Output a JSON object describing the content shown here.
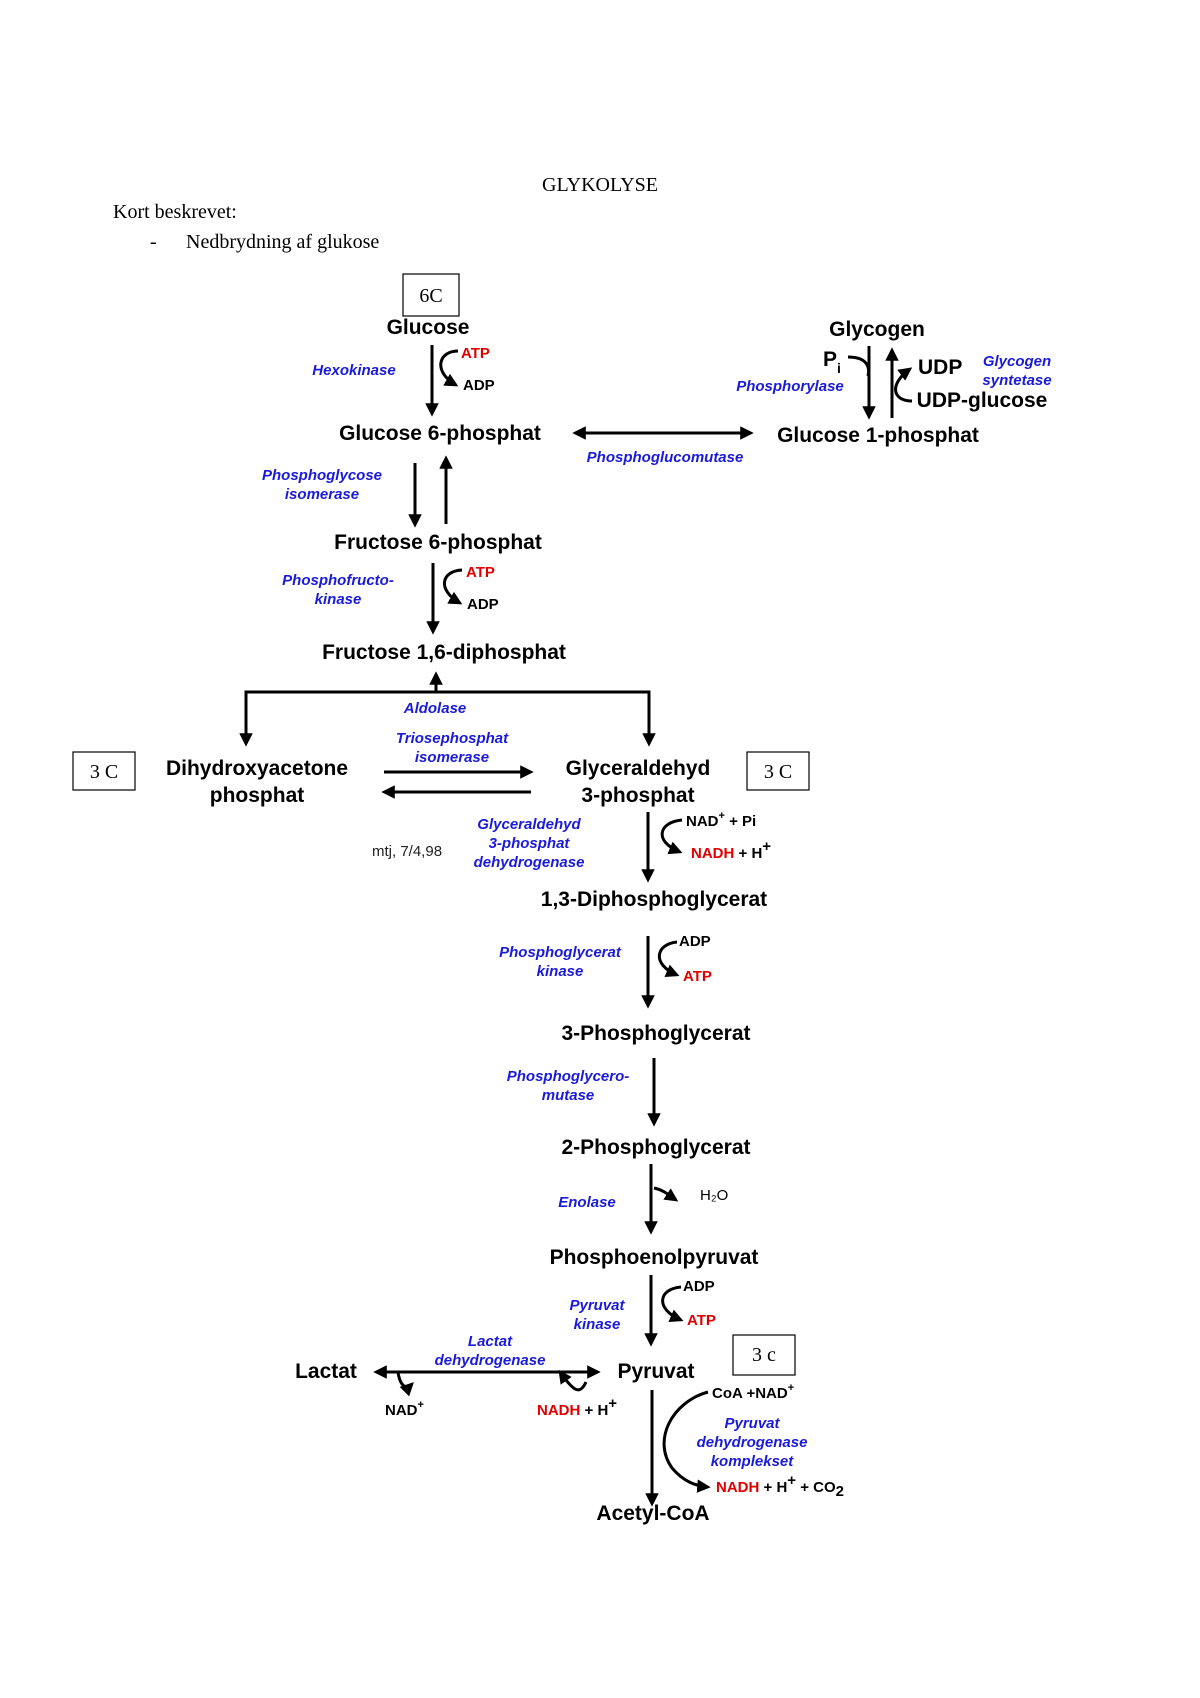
{
  "title": "GLYKOLYSE",
  "subtitle": "Kort beskrevet:",
  "bullet_dash": "-",
  "bullet_text": "Nedbrydning af glukose",
  "carbon_boxes": {
    "glucose": "6C",
    "dhap": "3 C",
    "g3p": "3 C",
    "pyruvat": "3 c"
  },
  "molecules": {
    "glucose": "Glucose",
    "glycogen": "Glycogen",
    "g6p": "Glucose 6-phosphat",
    "g1p": "Glucose 1-phosphat",
    "udp_glucose": "UDP-glucose",
    "f6p": "Fructose 6-phosphat",
    "f16dp": "Fructose 1,6-diphosphat",
    "dhap_1": "Dihydroxyacetone",
    "dhap_2": "phosphat",
    "g3p_1": "Glyceraldehyd",
    "g3p_2": "3-phosphat",
    "bpg13": "1,3-Diphosphoglycerat",
    "pg3": "3-Phosphoglycerat",
    "pg2": "2-Phosphoglycerat",
    "pep": "Phosphoenolpyruvat",
    "lactat": "Lactat",
    "pyruvat": "Pyruvat",
    "acetyl_coa": "Acetyl-CoA"
  },
  "enzymes": {
    "hexokinase": "Hexokinase",
    "phosphorylase": "Phosphorylase",
    "glycogen_syntetase_1": "Glycogen",
    "glycogen_syntetase_2": "syntetase",
    "phosphoglucomutase": "Phosphoglucomutase",
    "pgi_1": "Phosphoglycose",
    "pgi_2": "isomerase",
    "pfk_1": "Phosphofructo-",
    "pfk_2": "kinase",
    "aldolase": "Aldolase",
    "tpi_1": "Triosephosphat",
    "tpi_2": "isomerase",
    "gapdh_1": "Glyceraldehyd",
    "gapdh_2": "3-phosphat",
    "gapdh_3": "dehydrogenase",
    "pgk_1": "Phosphoglycerat",
    "pgk_2": "kinase",
    "pgm_1": "Phosphoglycero-",
    "pgm_2": "mutase",
    "enolase": "Enolase",
    "pk_1": "Pyruvat",
    "pk_2": "kinase",
    "ldh_1": "Lactat",
    "ldh_2": "dehydrogenase",
    "pdh_1": "Pyruvat",
    "pdh_2": "dehydrogenase",
    "pdh_3": "komplekset"
  },
  "cofactors": {
    "atp": "ATP",
    "adp": "ADP",
    "pi_p": "P",
    "pi_sub": "i",
    "udp": "UDP",
    "nad": "NAD",
    "plus_pi": " + Pi",
    "plus_sup": "+",
    "nadh": "NADH",
    "plus_h": " + H",
    "h2o": "H₂O",
    "coa_nad": "CoA +NAD",
    "co2_plus": " + CO",
    "co2_sub": "2"
  },
  "note": "mtj, 7/4,98",
  "colors": {
    "enzyme": "#1a1adb",
    "energy": "#e00000",
    "text": "#000000"
  }
}
